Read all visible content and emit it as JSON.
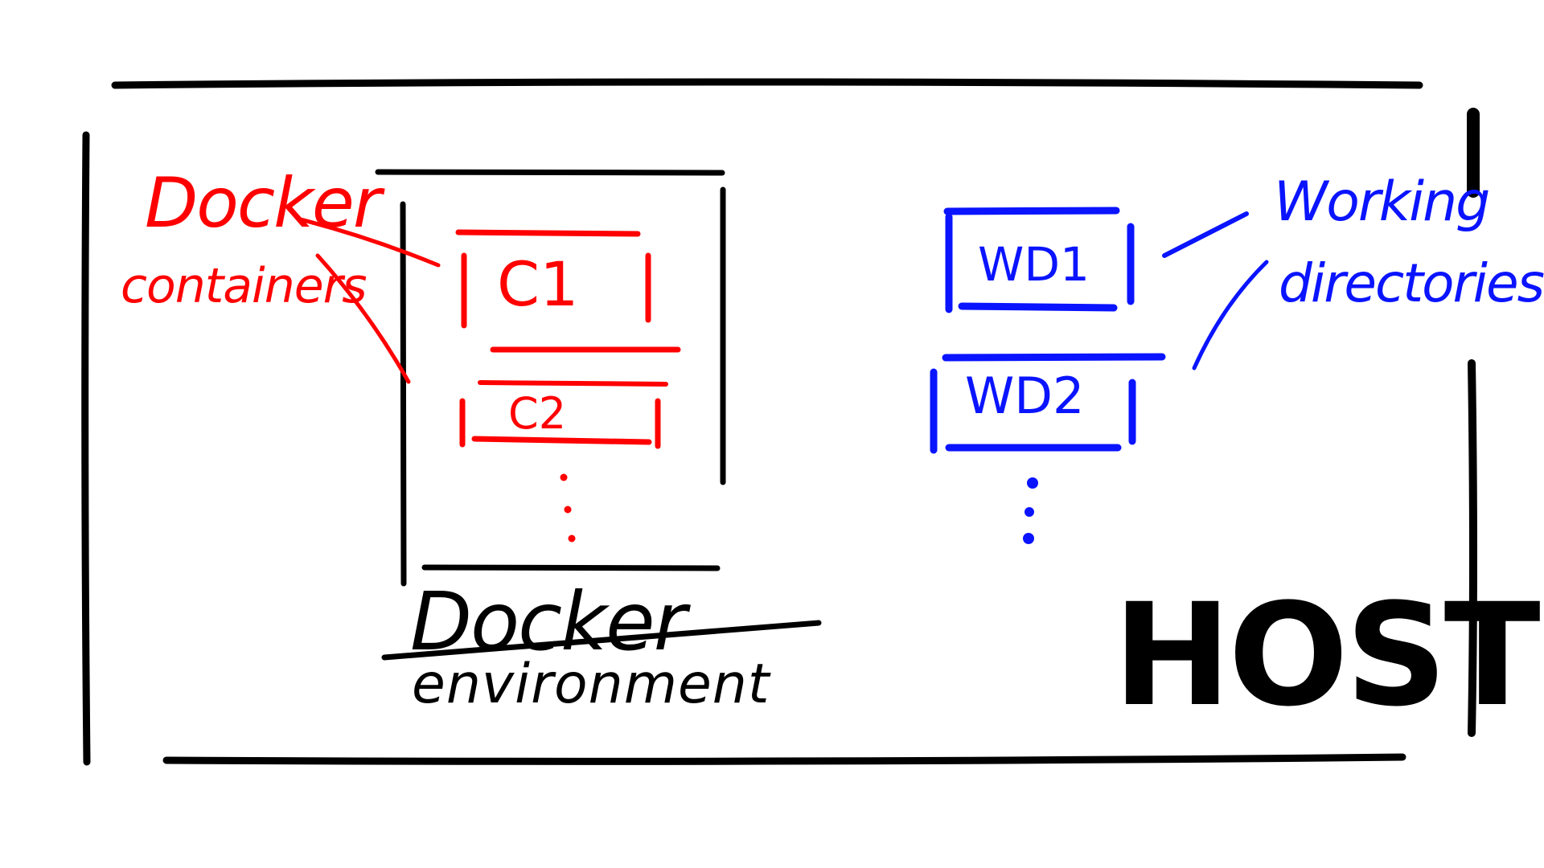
{
  "diagram": {
    "host_label": "HOST",
    "docker_env_label_line1": "Docker",
    "docker_env_label_line2": "environment",
    "containers_label_line1": "Docker",
    "containers_label_line2": "containers",
    "workdirs_label_line1": "Working",
    "workdirs_label_line2": "directories",
    "containers": [
      {
        "label": "C1"
      },
      {
        "label": "C2"
      }
    ],
    "working_directories": [
      {
        "label": "WD1"
      },
      {
        "label": "WD2"
      }
    ],
    "colors": {
      "containers": "#ff0000",
      "working_directories": "#0a14ff",
      "outline": "#000000"
    }
  }
}
